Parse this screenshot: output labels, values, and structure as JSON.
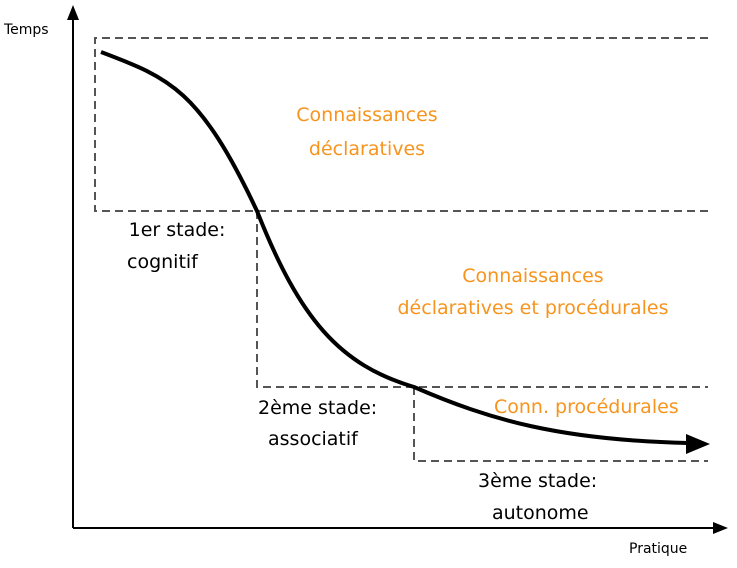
{
  "axes": {
    "y_label": "Temps",
    "x_label": "Pratique"
  },
  "regions": {
    "declarative": [
      "Connaissances",
      "déclaratives"
    ],
    "declarative_procedural": [
      "Connaissances",
      "déclaratives et procédurales"
    ],
    "procedural": "Conn. procédurales"
  },
  "stages": {
    "stage1": [
      "1er stade:",
      "cognitif"
    ],
    "stage2": [
      "2ème stade:",
      "associatif"
    ],
    "stage3": [
      "3ème stade:",
      "autonome"
    ]
  },
  "colors": {
    "region_text": "#f7941d",
    "lines": "#000000",
    "dashes": "#555555"
  }
}
